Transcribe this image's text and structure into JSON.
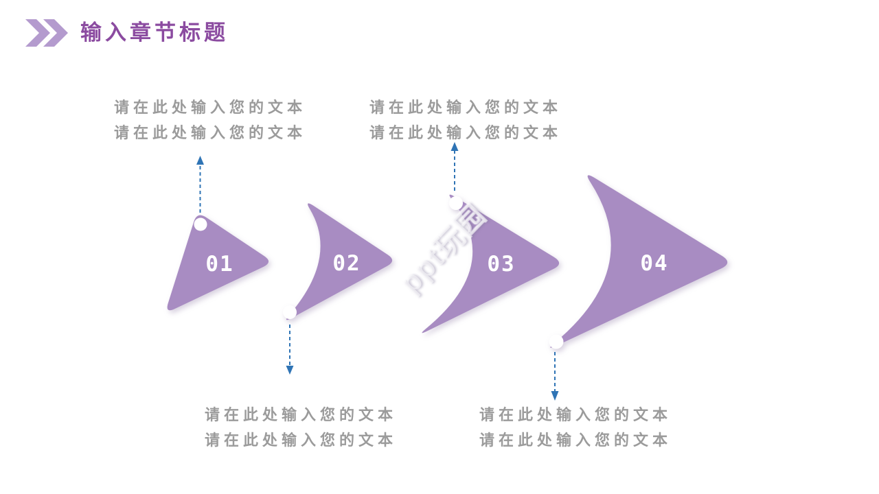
{
  "header": {
    "title": "输入章节标题",
    "icon": "double-chevron-right-icon"
  },
  "watermark": {
    "text": "ppt玩园"
  },
  "steps": [
    {
      "number": "01",
      "callout_position": "top",
      "line1": "请在此处输入您的文本",
      "line2": "请在此处输入您的文本"
    },
    {
      "number": "02",
      "callout_position": "bottom",
      "line1": "请在此处输入您的文本",
      "line2": "请在此处输入您的文本"
    },
    {
      "number": "03",
      "callout_position": "top",
      "line1": "请在此处输入您的文本",
      "line2": "请在此处输入您的文本"
    },
    {
      "number": "04",
      "callout_position": "bottom",
      "line1": "请在此处输入您的文本",
      "line2": "请在此处输入您的文本"
    }
  ],
  "colors": {
    "shape_purple": "#a88cc2",
    "title_purple": "#8b4ba0",
    "icon_purple": "#b49bce",
    "placeholder_gray": "#9b9b9b",
    "arrow_blue": "#2f74b5",
    "number_white": "#ffffff"
  }
}
